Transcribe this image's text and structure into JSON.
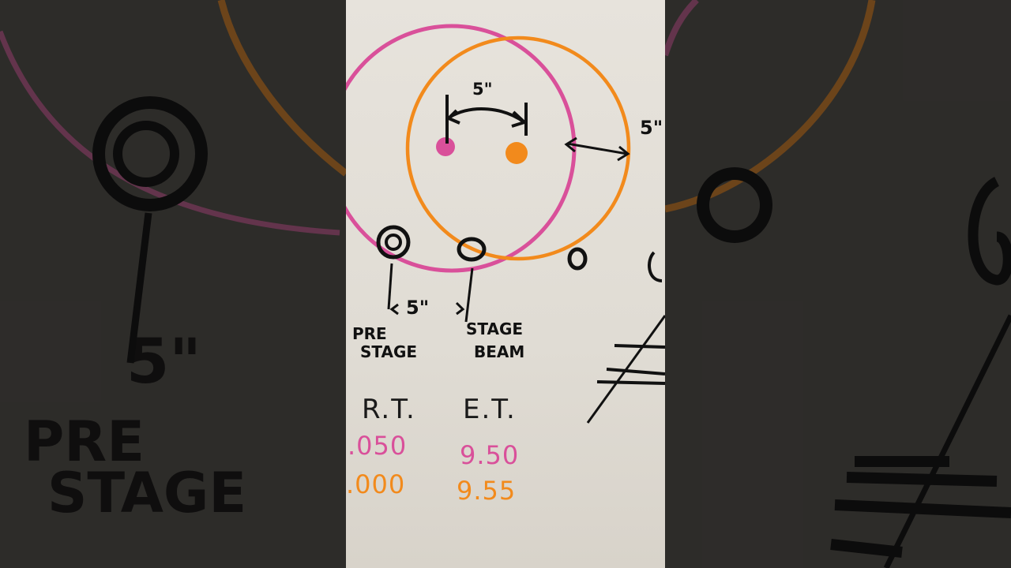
{
  "whiteboard": {
    "dimension_top": "5\"",
    "dimension_right": "5\"",
    "dimension_bottom": "5\"",
    "pre_stage_line1": "PRE",
    "pre_stage_line2": "STAGE",
    "stage_beam_line1": "STAGE",
    "stage_beam_line2": "BEAM",
    "rt_header": "R.T.",
    "et_header": "E.T.",
    "rt_pink": ".050",
    "rt_orange": ".000",
    "et_pink": "9.50",
    "et_orange": "9.55"
  },
  "background_blur_left": {
    "dimension": "5\"",
    "line1": "PRE",
    "line2": "STAGE"
  },
  "colors": {
    "pink": "#d9509a",
    "orange": "#f28a1c",
    "black": "#1a1a1a",
    "board": "#e4e0d8"
  }
}
